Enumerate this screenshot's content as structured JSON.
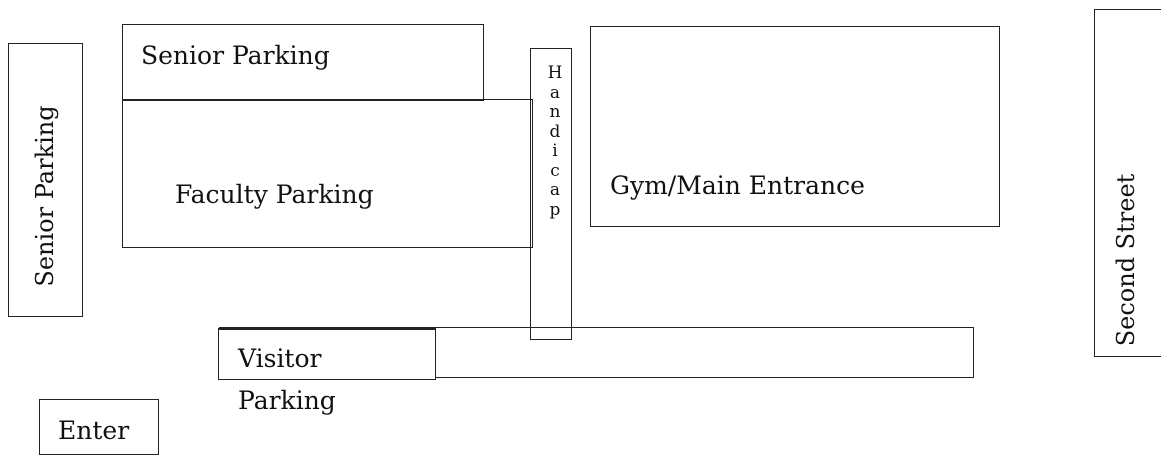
{
  "labels": {
    "senior_parking_top": "Senior Parking",
    "senior_parking_left": "Senior Parking",
    "faculty_parking": "Faculty Parking",
    "handicap": "Handicap",
    "gym_main_entrance": "Gym/Main Entrance",
    "second_street": "Second Street",
    "visitor_parking_line1": "Visitor",
    "visitor_parking_line2": "Parking",
    "enter": "Enter"
  }
}
